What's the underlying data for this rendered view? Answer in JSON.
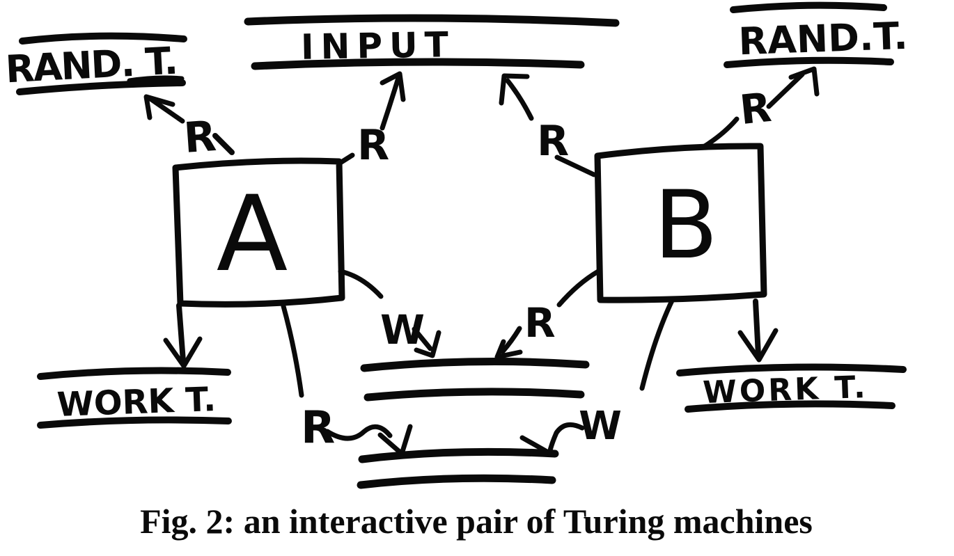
{
  "figure": {
    "caption": "Fig. 2: an interactive pair of Turing machines"
  },
  "machines": [
    {
      "label": "A"
    },
    {
      "label": "B"
    }
  ],
  "tapes": {
    "rand_left": {
      "label": "RAND. T."
    },
    "input": {
      "label": "INPUT"
    },
    "rand_right": {
      "label": "RAND.T."
    },
    "work_left": {
      "label": "WORK T."
    },
    "work_right": {
      "label": "WORK T."
    }
  },
  "edges": {
    "a_to_rand_left": {
      "label": "R"
    },
    "a_to_input": {
      "label": "R"
    },
    "b_to_input": {
      "label": "R"
    },
    "b_to_rand_right": {
      "label": "R"
    },
    "a_write_comm_upper": {
      "label": "W"
    },
    "b_read_comm_upper": {
      "label": "R"
    },
    "a_read_comm_lower": {
      "label": "R"
    },
    "b_write_comm_lower": {
      "label": "W"
    }
  },
  "colors": {
    "ink": "#0a0a0a",
    "background": "#ffffff"
  }
}
